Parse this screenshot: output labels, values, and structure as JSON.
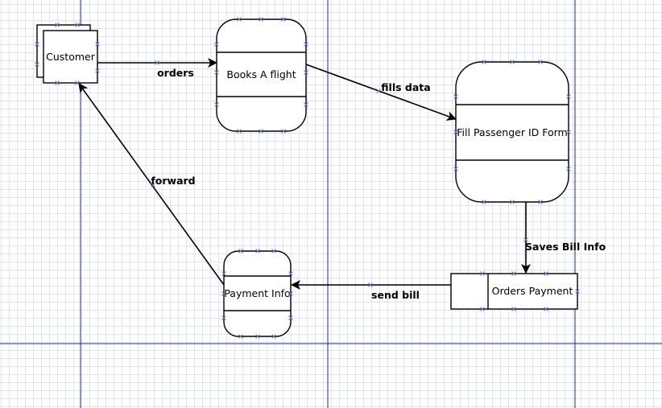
{
  "diagram": {
    "nodes": {
      "customer": "Customer",
      "books": "Books A flight",
      "fill_form": "Fill Passenger ID Form",
      "orders_payment": "Orders Payment",
      "payment_info": "Payment Info"
    },
    "edges": {
      "orders": "orders",
      "fills_data": "fills data",
      "saves_bill": "Saves Bill Info",
      "send_bill": "send bill",
      "forward": "forward"
    }
  }
}
